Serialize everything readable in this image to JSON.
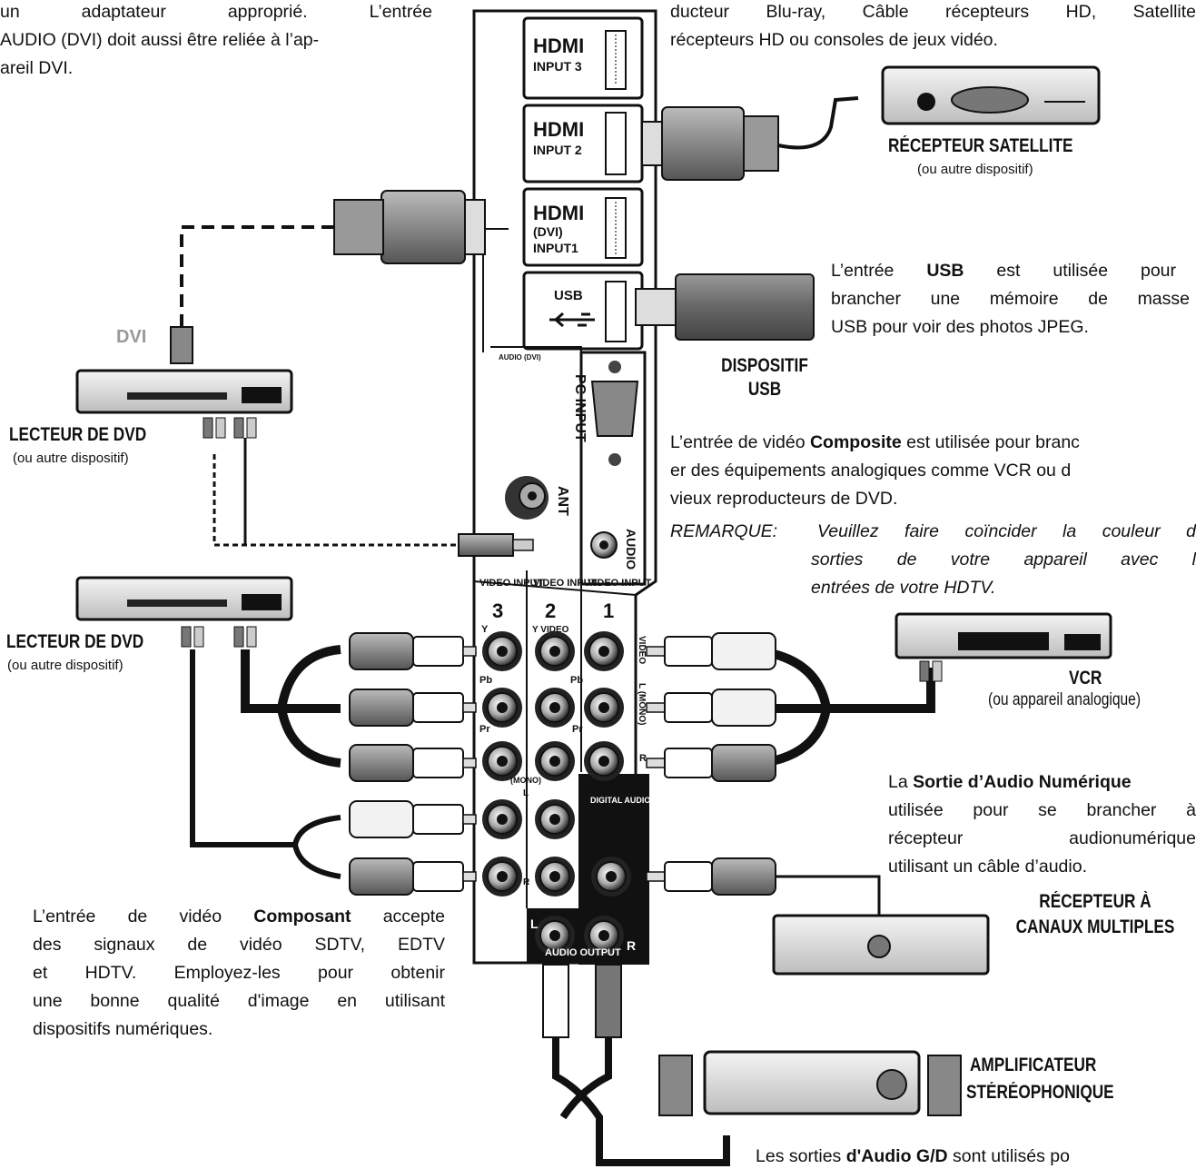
{
  "intro_left": {
    "line1": "un adaptateur approprié. L’entrée",
    "line2": "AUDIO (DVI) doit aussi être reliée à l’ap-",
    "line3": "areil DVI."
  },
  "intro_right": {
    "line1": "ducteur Blu-ray, Câble récepteurs HD, Satellite",
    "line2": "récepteurs HD ou consoles de jeux vidéo."
  },
  "ports": {
    "hdmi_logo": "HDMI",
    "input3": "INPUT 3",
    "input2": "INPUT 2",
    "dvi": "(DVI)",
    "input1": "INPUT1",
    "usb": "USB",
    "audio_dvi": "AUDIO (DVI)",
    "pc_input": "PC INPUT",
    "ant": "ANT",
    "audio": "AUDIO",
    "video_input": "VIDEO INPUT",
    "num3": "3",
    "num2": "2",
    "num1": "1",
    "y": "Y",
    "y_video": "Y VIDEO",
    "pb": "Pb",
    "pr": "Pr",
    "video": "VIDEO",
    "l_mono": "L (MONO)",
    "mono": "(MONO)",
    "l": "L",
    "r": "R",
    "digital_audio_output": "DIGITAL AUDIO OUTPUT",
    "audio_output": "AUDIO OUTPUT"
  },
  "devices": {
    "satellite": {
      "name": "RÉCEPTEUR SATELLITE",
      "sub": "(ou autre dispositif)"
    },
    "usb_device": {
      "line1": "DISPOSITIF",
      "line2": "USB"
    },
    "dvi_label": "DVI",
    "dvd1": {
      "name": "LECTEUR DE DVD",
      "sub": "(ou autre dispositif)"
    },
    "dvd2": {
      "name": "LECTEUR DE DVD",
      "sub": "(ou autre dispositif)"
    },
    "vcr": {
      "name": "VCR",
      "sub": "(ou appareil analogique)"
    },
    "multichannel": {
      "line1": "RÉCEPTEUR À",
      "line2": "CANAUX MULTIPLES"
    },
    "amplifier": {
      "line1": "AMPLIFICATEUR",
      "line2": "STÉRÉOPHONIQUE"
    }
  },
  "usb_text": {
    "pre": "L’entrée ",
    "bold": "USB",
    "post": " est utilisée pour",
    "line2": "brancher une mémoire de masse",
    "line3": "USB pour voir des photos JPEG."
  },
  "composite_text": {
    "pre": "L’entrée de vidéo ",
    "bold": "Composite",
    "post": " est utilisée pour branc",
    "line2": "er des équipements analogiques comme VCR ou d",
    "line3": "vieux reproducteurs de DVD."
  },
  "remarque": {
    "label": "REMARQUE:",
    "line1": "Veuillez faire coïncider la couleur d",
    "line2": "sorties de votre appareil avec l",
    "line3": "entrées de votre HDTV."
  },
  "digital_text": {
    "pre": "La ",
    "bold": "Sortie d’Audio Numérique",
    "line2": "utilisée pour se brancher à",
    "line3": "récepteur audionumérique",
    "line4": "utilisant un câble d’audio."
  },
  "component_text": {
    "pre": "L’entrée de vidéo ",
    "bold": "Composant",
    "post": " accepte",
    "line2": "des signaux de vidéo SDTV, EDTV",
    "line3": "et HDTV. Employez-les pour obtenir",
    "line4": "une bonne qualité d'image en utilisant",
    "line5": "dispositifs numériques."
  },
  "bottom_text": {
    "pre": "Les sorties ",
    "bold": "d'Audio G/D",
    "post": " sont utilisés po"
  }
}
